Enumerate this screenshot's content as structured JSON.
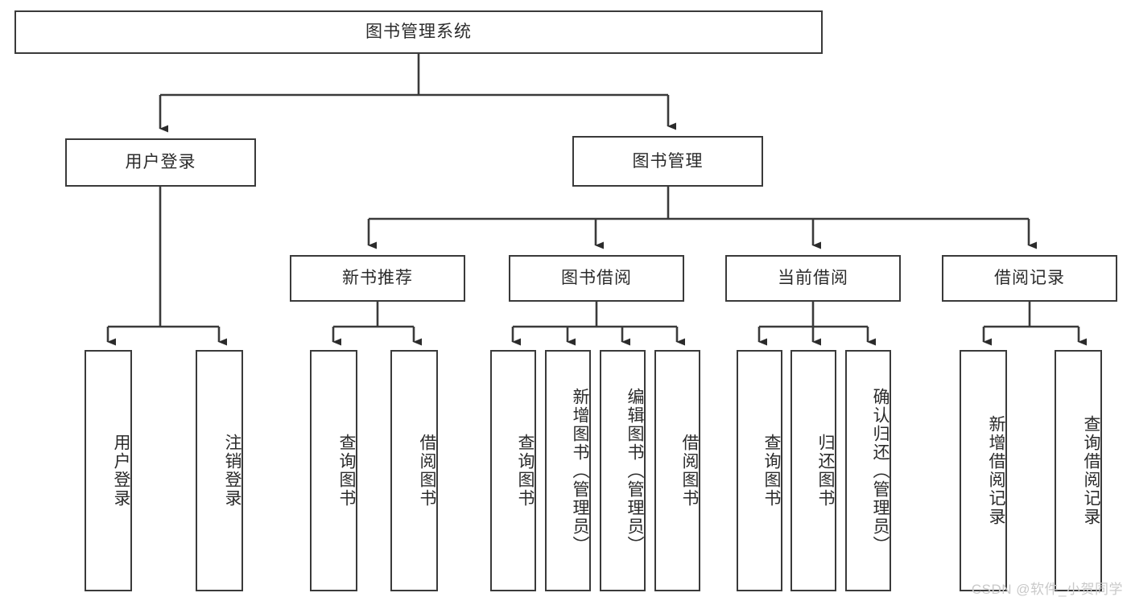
{
  "diagram": {
    "title": "图书管理系统",
    "type": "hierarchy-tree",
    "line_color": "#3a3a3a",
    "box_fill": "#ffffff",
    "text_color": "#2b2b2b",
    "root": {
      "label": "图书管理系统"
    },
    "level1": [
      {
        "label": "用户登录"
      },
      {
        "label": "图书管理"
      }
    ],
    "level2": [
      {
        "label": "新书推荐"
      },
      {
        "label": "图书借阅"
      },
      {
        "label": "当前借阅"
      },
      {
        "label": "借阅记录"
      }
    ],
    "leaves": {
      "user_login": [
        {
          "label": "用户登录"
        },
        {
          "label": "注销登录"
        }
      ],
      "new_book_recommend": [
        {
          "label": "查询图书"
        },
        {
          "label": "借阅图书"
        }
      ],
      "book_borrow": [
        {
          "label": "查询图书"
        },
        {
          "label": "新增图书（管理员）"
        },
        {
          "label": "编辑图书（管理员）"
        },
        {
          "label": "借阅图书"
        }
      ],
      "current_borrow": [
        {
          "label": "查询图书"
        },
        {
          "label": "归还图书"
        },
        {
          "label": "确认归还（管理员）"
        }
      ],
      "borrow_records": [
        {
          "label": "新增借阅记录"
        },
        {
          "label": "查询借阅记录"
        }
      ]
    }
  },
  "watermark": {
    "text": "CSDN @软件_小贺同学",
    "color": "#c9c9c9"
  }
}
